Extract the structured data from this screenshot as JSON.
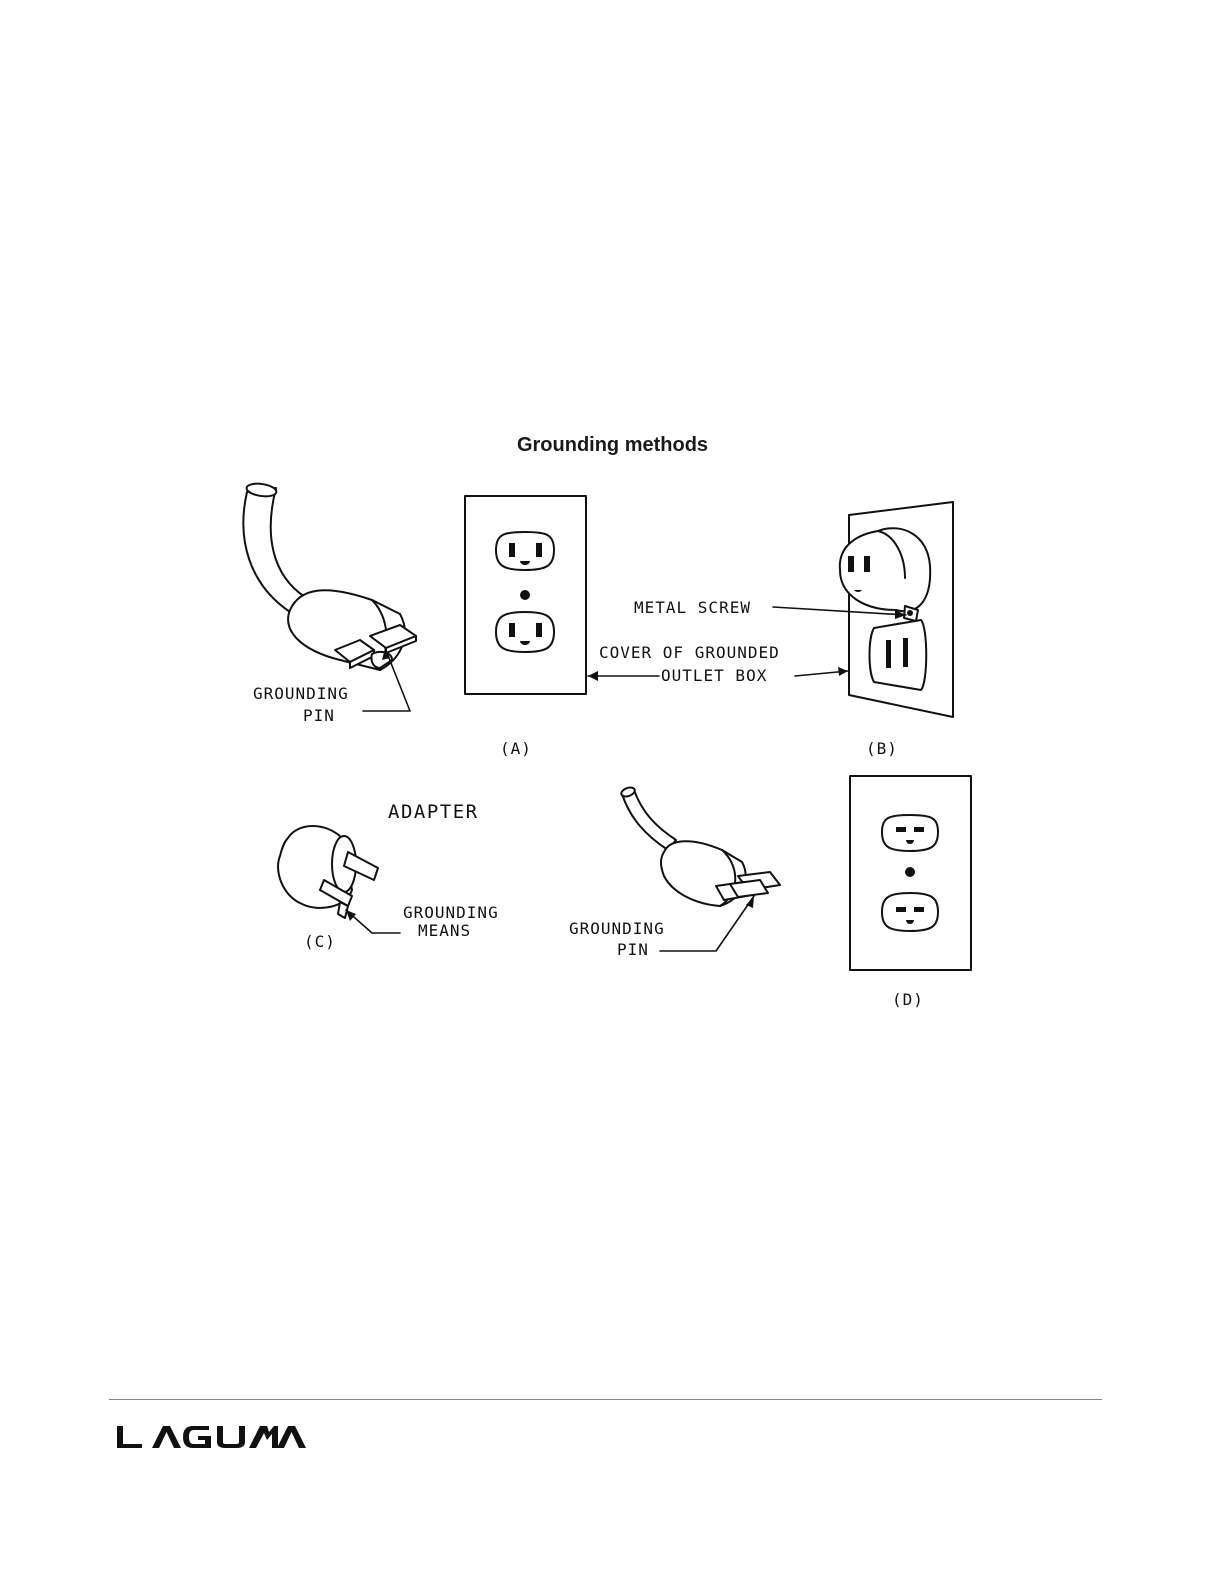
{
  "figure": {
    "title": "Grounding methods",
    "labels": {
      "grounding_pin_a_line1": "GROUNDING",
      "grounding_pin_a_line2": "PIN",
      "caption_a": "(A)",
      "caption_b": "(B)",
      "metal_screw": "METAL SCREW",
      "cover_line1": "COVER OF GROUNDED",
      "cover_line2": "OUTLET BOX",
      "adapter": "ADAPTER",
      "grounding_means_line1": "GROUNDING",
      "grounding_means_line2": "MEANS",
      "caption_c": "(C)",
      "grounding_pin_d_line1": "GROUNDING",
      "grounding_pin_d_line2": "PIN",
      "caption_d": "(D)"
    }
  },
  "footer": {
    "logo_text": "LAGUNA"
  }
}
